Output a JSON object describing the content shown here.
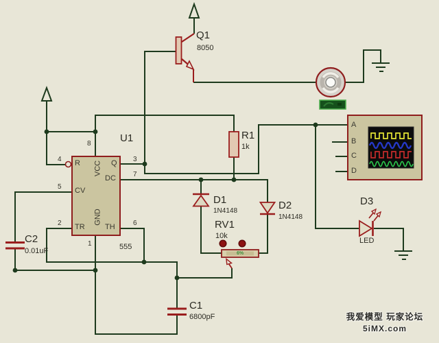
{
  "schematic": {
    "components": {
      "q1": {
        "ref": "Q1",
        "value": "8050"
      },
      "u1": {
        "ref": "U1",
        "value": "555",
        "pins": {
          "n1": "1",
          "n2": "2",
          "n3": "3",
          "n4": "4",
          "n5": "5",
          "n6": "6",
          "n7": "7",
          "n8": "8",
          "r": "R",
          "cv": "CV",
          "tr": "TR",
          "q": "Q",
          "dc": "DC",
          "th": "TH",
          "vcc": "VCC",
          "gnd": "GND"
        }
      },
      "r1": {
        "ref": "R1",
        "value": "1k"
      },
      "rv1": {
        "ref": "RV1",
        "value": "10k",
        "wiper_position": "6%"
      },
      "c1": {
        "ref": "C1",
        "value": "6800pF"
      },
      "c2": {
        "ref": "C2",
        "value": "0.01uF"
      },
      "d1": {
        "ref": "D1",
        "value": "1N4148"
      },
      "d2": {
        "ref": "D2",
        "value": "1N4148"
      },
      "d3": {
        "ref": "D3",
        "value": "LED"
      }
    },
    "oscilloscope": {
      "channels": [
        "A",
        "B",
        "C",
        "D"
      ],
      "traces": [
        {
          "channel": "A",
          "color": "#e6e635",
          "shape": "square"
        },
        {
          "channel": "B",
          "color": "#2538c8",
          "shape": "sine"
        },
        {
          "channel": "C",
          "color": "#c62c2c",
          "shape": "square"
        },
        {
          "channel": "D",
          "color": "#2bc24b",
          "shape": "sine"
        }
      ]
    },
    "watermark": {
      "line1": "我爱模型 玩家论坛",
      "line2": "5iMX.com"
    },
    "colors": {
      "background": "#e8e6d7",
      "wire": "#1d3a1d",
      "component_outline": "#9a1d1d",
      "chip_fill": "#cbc5a0",
      "screen": "#0c0c0c"
    }
  }
}
